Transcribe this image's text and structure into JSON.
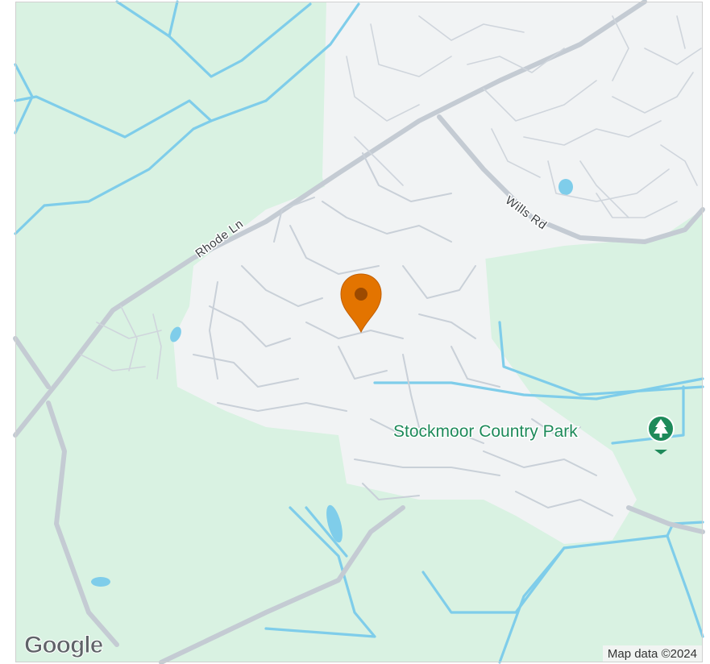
{
  "map": {
    "roads": {
      "rhode_ln": "Rhode Ln",
      "wills_rd": "Wills Rd"
    },
    "poi": {
      "park_name": "Stockmoor Country Park",
      "park_icon": "tree-icon"
    },
    "marker": {
      "icon": "location-pin-icon",
      "color": "#e37400"
    },
    "attribution": "Map data ©2024",
    "logo_text": "Google",
    "colors": {
      "land": "#e7f6ec",
      "urban": "#f2f3f5",
      "water": "#7fcdea",
      "park_green": "#1e8a5a"
    }
  }
}
